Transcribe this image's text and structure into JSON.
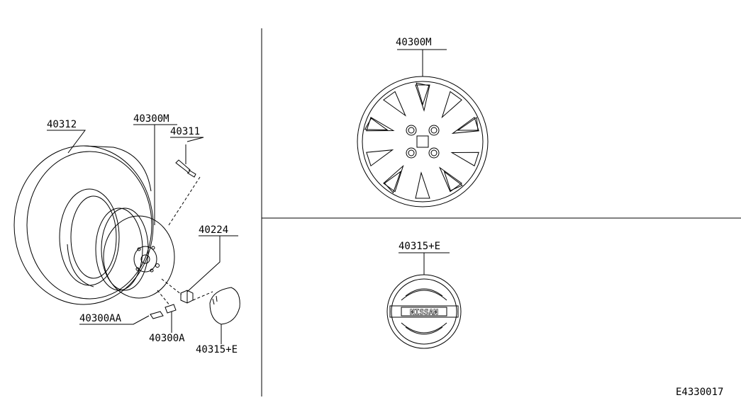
{
  "labels": {
    "tire": "40312",
    "wheel_left": "40300M",
    "valve": "40311",
    "nut": "40224",
    "weight_aa": "40300AA",
    "weight_a": "40300A",
    "cap_left": "40315+E",
    "wheel_right": "40300M",
    "cap_right": "40315+E",
    "emblem_text": "NISSAN",
    "figure_code": "E4330017"
  }
}
